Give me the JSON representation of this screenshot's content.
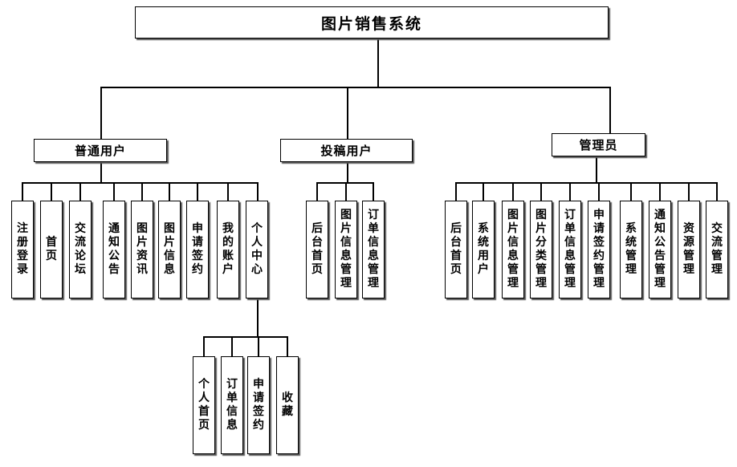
{
  "diagram": {
    "title": "图片销售系统",
    "roles": [
      {
        "label": "普通用户",
        "modules": [
          "注册登录",
          "首页",
          "交流论坛",
          "通知公告",
          "图片资讯",
          "图片信息",
          "申请签约",
          "我的账户",
          "个人中心"
        ],
        "personal_center": [
          "个人首页",
          "订单信息",
          "申请签约",
          "收藏"
        ]
      },
      {
        "label": "投稿用户",
        "modules": [
          "后台首页",
          "图片信息管理",
          "订单信息管理"
        ]
      },
      {
        "label": "管理员",
        "modules": [
          "后台首页",
          "系统用户",
          "图片信息管理",
          "图片分类管理",
          "订单信息管理",
          "申请签约管理",
          "系统管理",
          "通知公告管理",
          "资源管理",
          "交流管理"
        ]
      }
    ]
  }
}
